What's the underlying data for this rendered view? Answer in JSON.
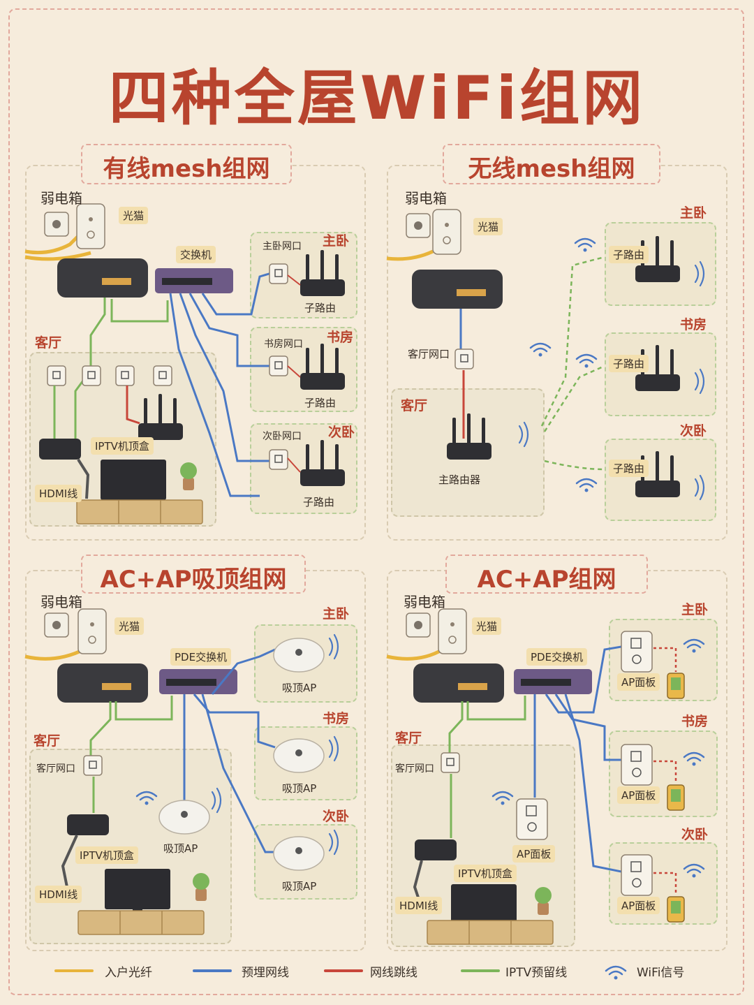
{
  "title": "四种全屋WiFi组网",
  "colors": {
    "fiber": "#e8b43a",
    "preburied": "#4a78c4",
    "jumper": "#c8463a",
    "iptv": "#7cb55a",
    "wifi": "#4a78c4",
    "accent": "#b8442e"
  },
  "panels": {
    "wired": {
      "title": "有线mesh组网",
      "weak_box": "弱电箱",
      "modem": "光猫",
      "switch": "交换机",
      "living": "客厅",
      "iptv": "IPTV机顶盒",
      "hdmi": "HDMI线",
      "rooms": [
        {
          "name": "主卧",
          "port": "主卧网口",
          "router": "子路由"
        },
        {
          "name": "书房",
          "port": "书房网口",
          "router": "子路由"
        },
        {
          "name": "次卧",
          "port": "次卧网口",
          "router": "子路由"
        }
      ]
    },
    "wireless": {
      "title": "无线mesh组网",
      "weak_box": "弱电箱",
      "modem": "光猫",
      "living_port": "客厅网口",
      "living": "客厅",
      "main_router": "主路由器",
      "rooms": [
        {
          "name": "主卧",
          "router": "子路由"
        },
        {
          "name": "书房",
          "router": "子路由"
        },
        {
          "name": "次卧",
          "router": "子路由"
        }
      ]
    },
    "ceiling": {
      "title": "AC+AP吸顶组网",
      "weak_box": "弱电箱",
      "modem": "光猫",
      "switch": "PDE交换机",
      "living": "客厅",
      "living_port": "客厅网口",
      "iptv": "IPTV机顶盒",
      "hdmi": "HDMI线",
      "living_ap": "吸顶AP",
      "rooms": [
        {
          "name": "主卧",
          "ap": "吸顶AP"
        },
        {
          "name": "书房",
          "ap": "吸顶AP"
        },
        {
          "name": "次卧",
          "ap": "吸顶AP"
        }
      ]
    },
    "panel_ap": {
      "title": "AC+AP组网",
      "weak_box": "弱电箱",
      "modem": "光猫",
      "switch": "PDE交换机",
      "living": "客厅",
      "living_port": "客厅网口",
      "iptv": "IPTV机顶盒",
      "hdmi": "HDMI线",
      "living_ap": "AP面板",
      "rooms": [
        {
          "name": "主卧",
          "ap": "AP面板"
        },
        {
          "name": "书房",
          "ap": "AP面板"
        },
        {
          "name": "次卧",
          "ap": "AP面板"
        }
      ]
    }
  },
  "legend": [
    {
      "label": "入户光纤",
      "color": "#e8b43a"
    },
    {
      "label": "预埋网线",
      "color": "#4a78c4"
    },
    {
      "label": "网线跳线",
      "color": "#c8463a"
    },
    {
      "label": "IPTV预留线",
      "color": "#7cb55a"
    },
    {
      "label": "WiFi信号",
      "color": "#4a78c4",
      "icon": "wifi-icon"
    }
  ]
}
